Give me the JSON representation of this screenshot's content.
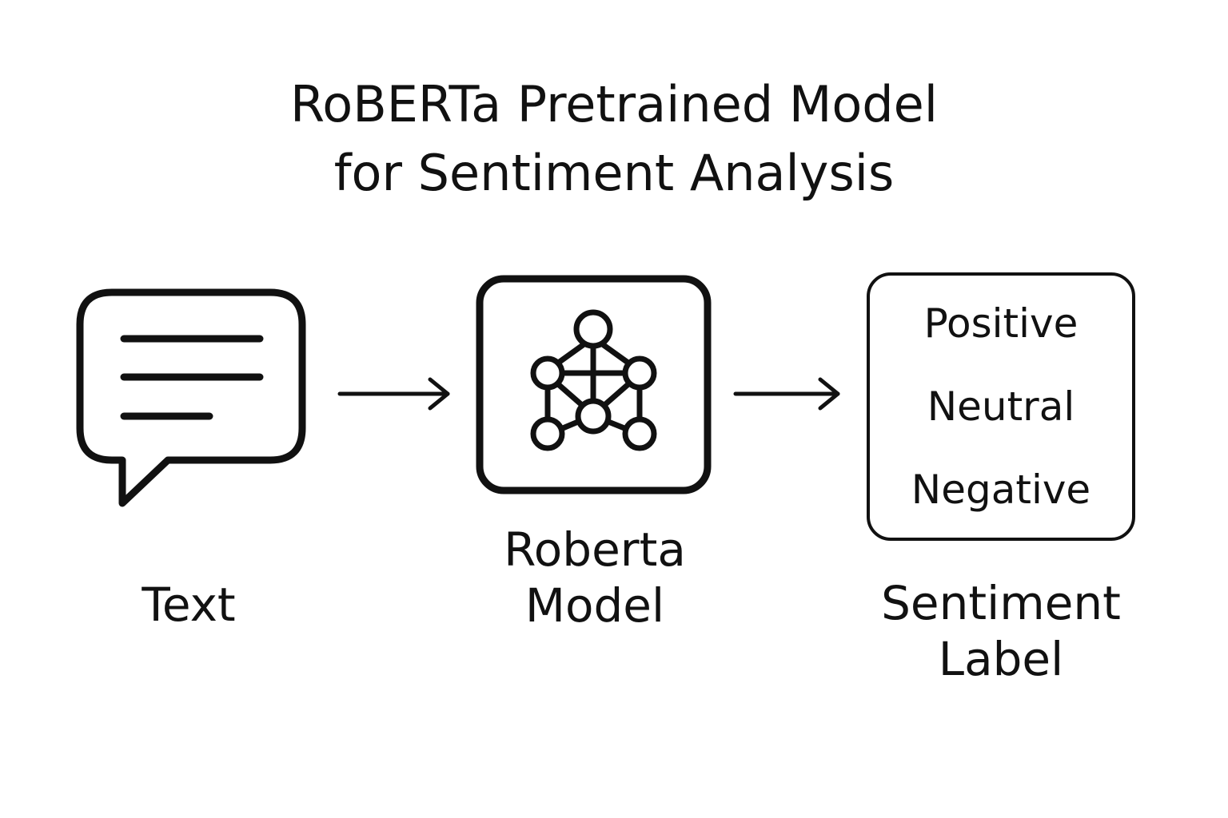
{
  "diagram": {
    "title_lines": [
      "RoBERTa Pretrained Model",
      "for Sentiment Analysis"
    ],
    "input": {
      "label": "Text",
      "icon": "speech-bubble-icon"
    },
    "model": {
      "label_lines": [
        "Roberta",
        "Model"
      ],
      "icon": "neural-network-icon"
    },
    "output": {
      "label_lines": [
        "Sentiment",
        "Label"
      ],
      "options": [
        "Positive",
        "Neutral",
        "Negative"
      ]
    },
    "colors": {
      "stroke": "#111111",
      "background": "#ffffff"
    }
  }
}
